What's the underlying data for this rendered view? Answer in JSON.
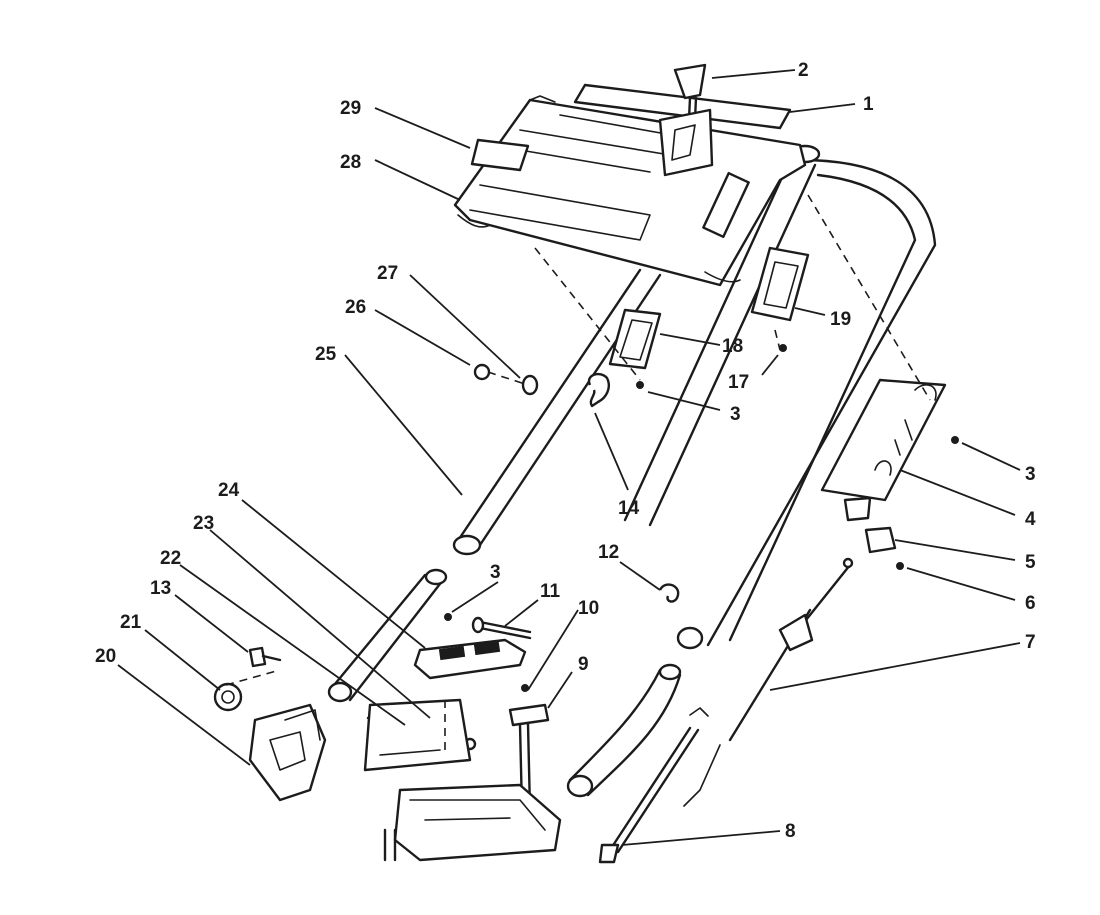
{
  "callouts": {
    "c1": "1",
    "c2": "2",
    "c3a": "3",
    "c3b": "3",
    "c3c": "3",
    "c4": "4",
    "c5": "5",
    "c6": "6",
    "c7": "7",
    "c8": "8",
    "c9": "9",
    "c10": "10",
    "c11": "11",
    "c12": "12",
    "c13": "13",
    "c14": "14",
    "c17": "17",
    "c18": "18",
    "c19": "19",
    "c20": "20",
    "c21": "21",
    "c22": "22",
    "c23": "23",
    "c24": "24",
    "c25": "25",
    "c26": "26",
    "c27": "27",
    "c28": "28",
    "c29": "29"
  }
}
